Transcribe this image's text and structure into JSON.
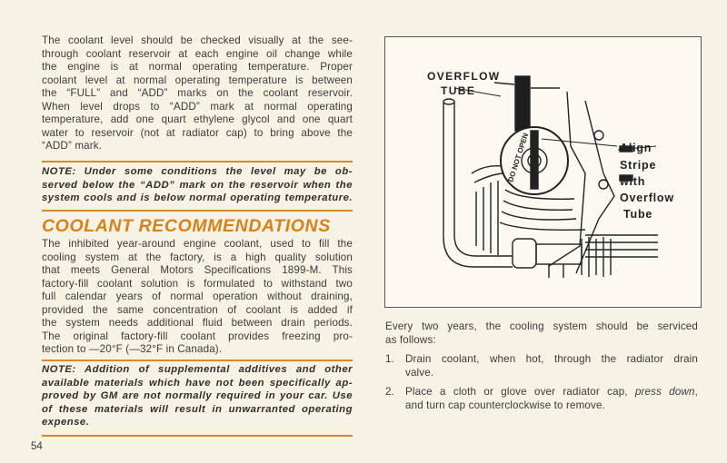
{
  "left": {
    "intro_lines": [
      "The coolant level should be checked visually at the see-",
      "through coolant reservoir at each engine oil change while",
      "the engine is at normal operating temperature. Proper",
      "coolant level at normal operating temperature is between",
      "the “FULL” and “ADD” marks on the coolant reservoir.",
      "When level drops to “ADD” mark at normal operating",
      "temperature, add one quart ethylene glycol and one quart",
      "water to reservoir (not at radiator cap) to bring above the",
      "“ADD” mark."
    ],
    "note1_lines": [
      "NOTE:  Under some conditions the level may be ob-",
      "served below the “ADD” mark on the reservoir when the",
      "system cools and is below normal operating temperature."
    ],
    "heading": "COOLANT RECOMMENDATIONS",
    "body_lines": [
      "The inhibited year-around engine coolant, used to fill the",
      "cooling system at the factory, is a high quality solution",
      "that meets General Motors Specifications 1899-M. This",
      "factory-fill coolant solution is formulated to withstand two",
      "full calendar years of normal operation without draining,",
      "provided the same concentration of coolant is added if",
      "the system needs additional fluid between drain periods.",
      "The original factory-fill coolant provides freezing pro-",
      "tection to —20°F (—32°F in Canada)."
    ],
    "note2_lines": [
      "NOTE:  Addition of supplemental additives and other",
      "available materials which have not been specifically ap-",
      "proved by GM are not normally required in your car. Use",
      "of these materials will result in unwarranted operating",
      "expense."
    ],
    "page_number": "54"
  },
  "figure": {
    "label_overflow": "OVERFLOW",
    "label_tube": "TUBE",
    "cap_text": "DO NOT OPEN",
    "align_lines": [
      "Align",
      "Stripe",
      "with",
      "Overflow",
      "Tube"
    ]
  },
  "right": {
    "intro_lines": [
      "Every two years, the cooling system should be serviced",
      "as follows:"
    ],
    "steps": [
      {
        "num": "1.",
        "lines": [
          "Drain coolant, when hot, through the radiator drain",
          "valve."
        ]
      },
      {
        "num": "2.",
        "line1_pre": "Place a cloth or glove over radiator cap, ",
        "line1_em": "press down",
        "line1_post": ",",
        "line2": "and turn cap counterclockwise to remove."
      }
    ]
  },
  "colors": {
    "accent": "#d88a22",
    "heading": "#d5821c",
    "paper": "#f6f2e4"
  }
}
